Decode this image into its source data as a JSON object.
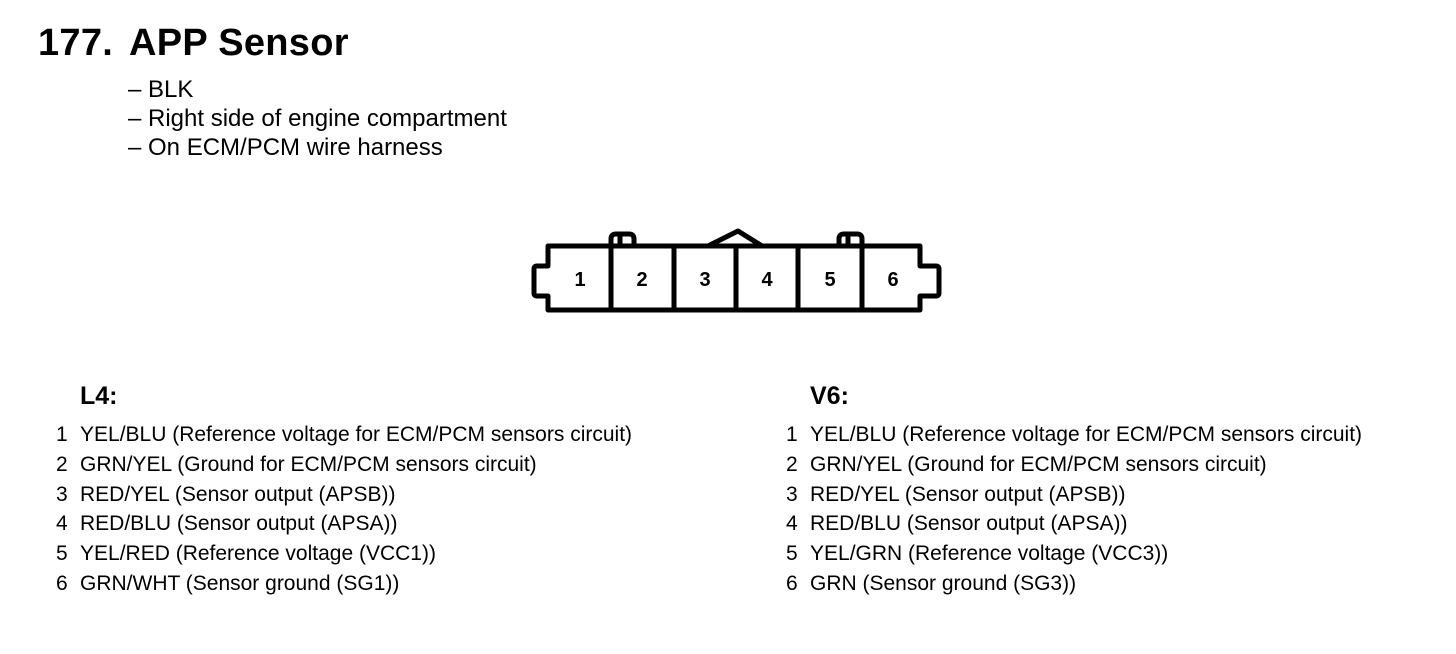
{
  "header": {
    "number": "177.",
    "title": "APP Sensor"
  },
  "notes": [
    "– BLK",
    "– Right side of engine compartment",
    "– On ECM/PCM wire harness"
  ],
  "connector": {
    "pins": [
      "1",
      "2",
      "3",
      "4",
      "5",
      "6"
    ]
  },
  "l4": {
    "title": "L4:",
    "pins": [
      {
        "num": "1",
        "desc": "YEL/BLU (Reference voltage for ECM/PCM sensors circuit)"
      },
      {
        "num": "2",
        "desc": "GRN/YEL (Ground for ECM/PCM sensors circuit)"
      },
      {
        "num": "3",
        "desc": "RED/YEL (Sensor output (APSB))"
      },
      {
        "num": "4",
        "desc": "RED/BLU (Sensor output (APSA))"
      },
      {
        "num": "5",
        "desc": "YEL/RED (Reference voltage (VCC1))"
      },
      {
        "num": "6",
        "desc": "GRN/WHT (Sensor ground (SG1))"
      }
    ]
  },
  "v6": {
    "title": "V6:",
    "pins": [
      {
        "num": "1",
        "desc": "YEL/BLU (Reference voltage for ECM/PCM sensors circuit)"
      },
      {
        "num": "2",
        "desc": "GRN/YEL (Ground for ECM/PCM sensors circuit)"
      },
      {
        "num": "3",
        "desc": "RED/YEL (Sensor output (APSB))"
      },
      {
        "num": "4",
        "desc": "RED/BLU (Sensor output (APSA))"
      },
      {
        "num": "5",
        "desc": "YEL/GRN (Reference voltage (VCC3))"
      },
      {
        "num": "6",
        "desc": "GRN (Sensor ground (SG3))"
      }
    ]
  }
}
